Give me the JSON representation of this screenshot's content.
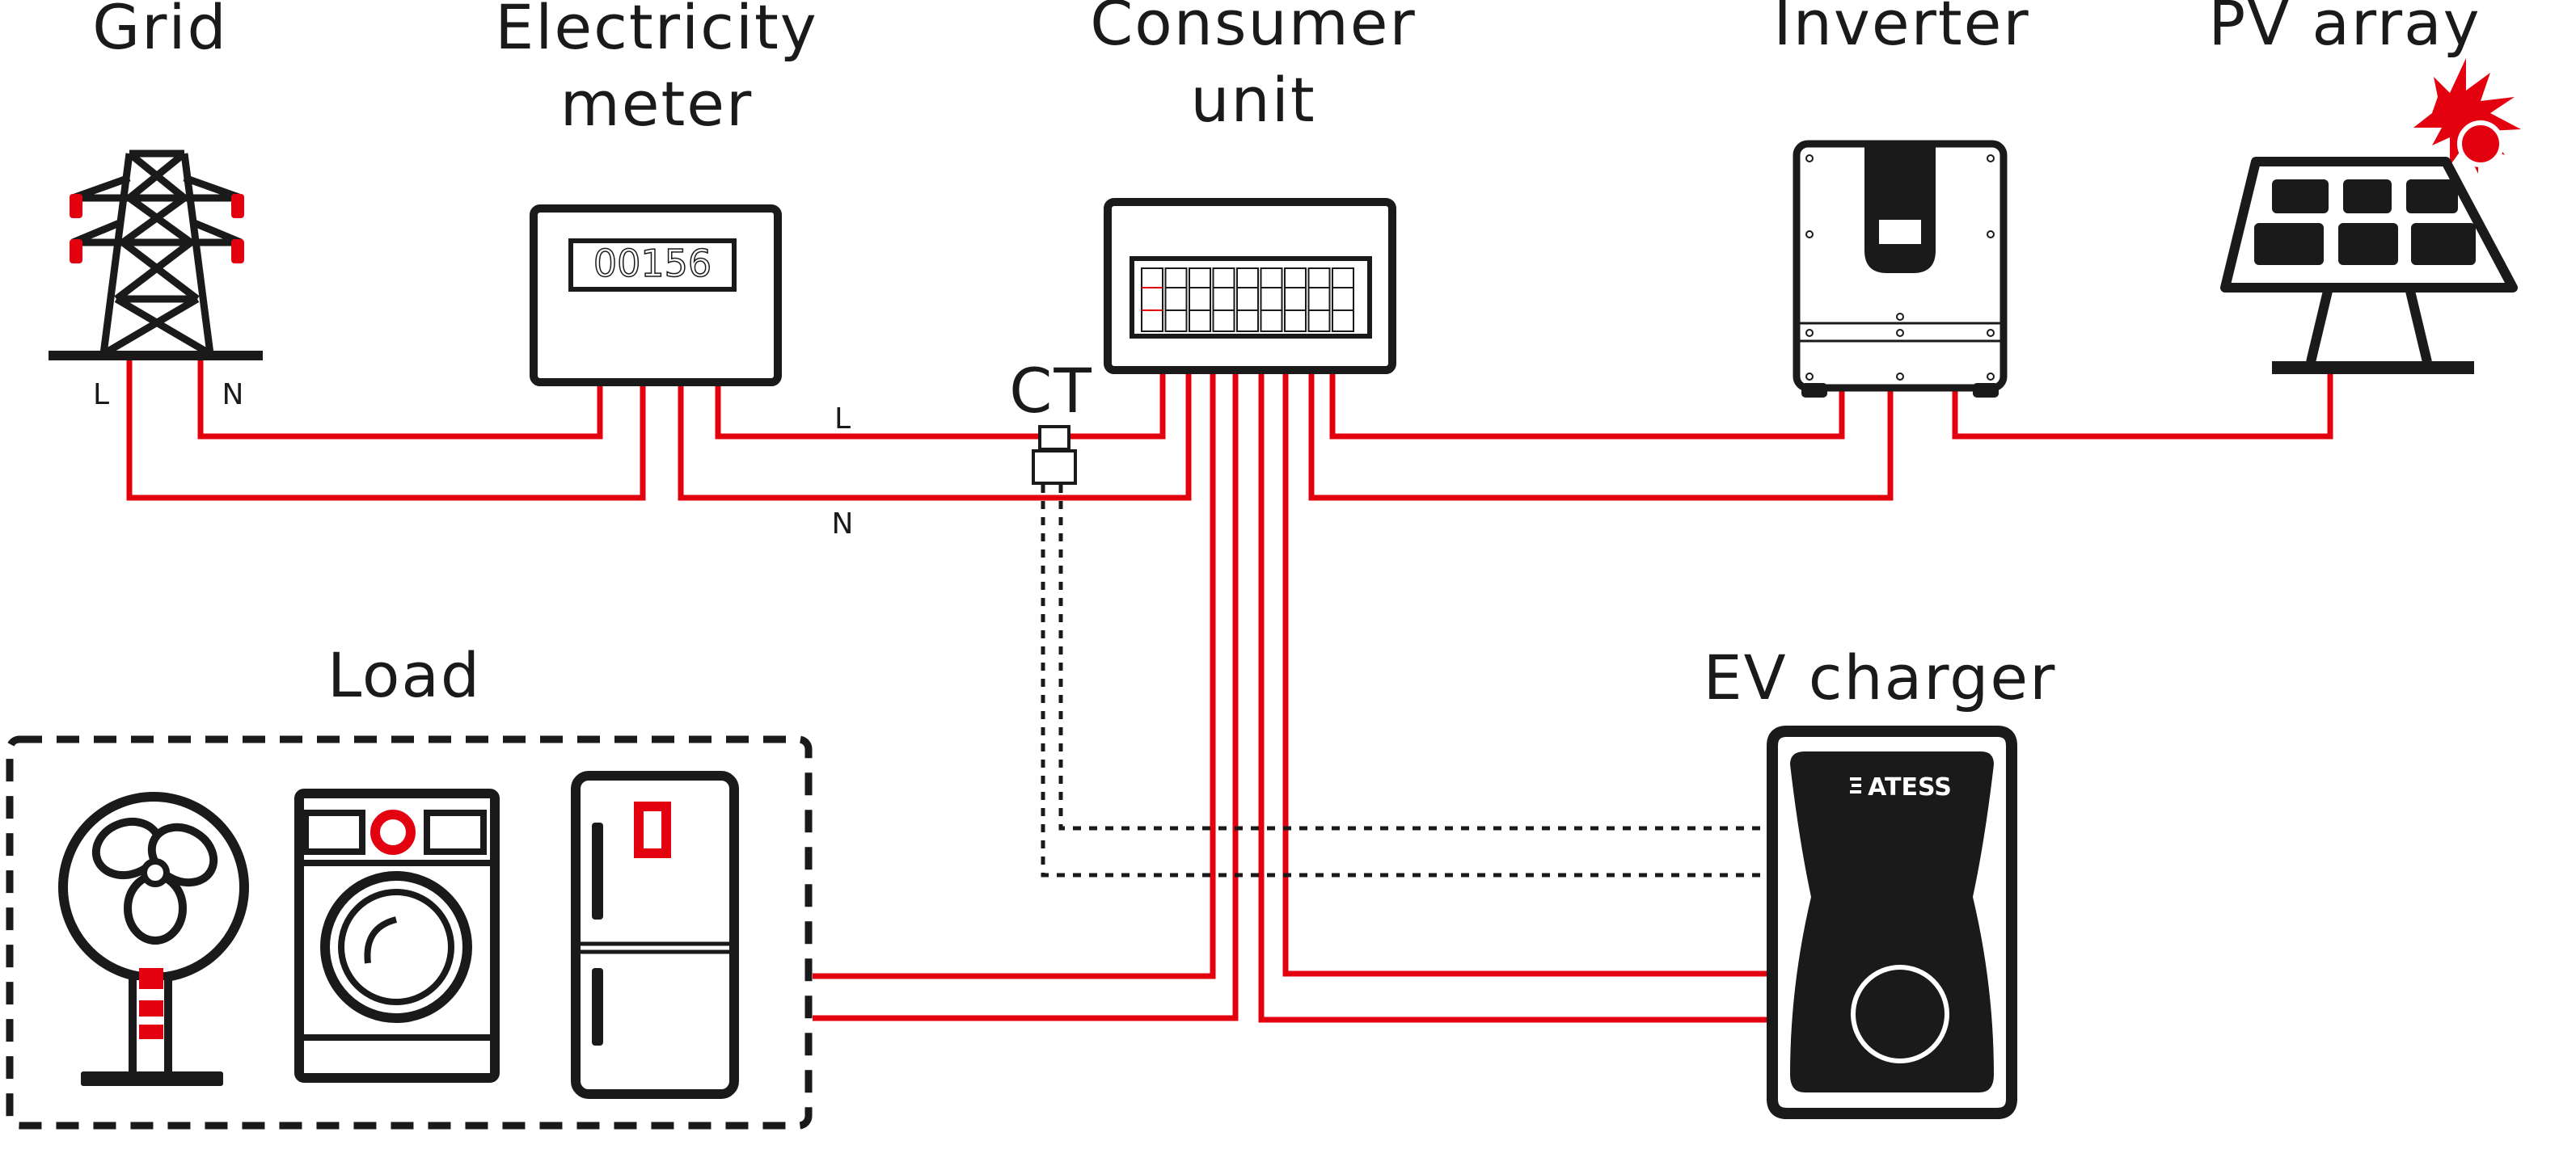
{
  "labels": {
    "grid": "Grid",
    "meter_line1": "Electricity",
    "meter_line2": "meter",
    "consumer_line1": "Consumer",
    "consumer_line2": "unit",
    "inverter": "Inverter",
    "pv": "PV array",
    "load": "Load",
    "ev": "EV  charger",
    "ct": "CT"
  },
  "wires": {
    "L": "L",
    "N": "N"
  },
  "meter": {
    "reading": "00156"
  },
  "ev_brand": "ATESS",
  "colors": {
    "wire": "#e3000f",
    "line": "#1a1a1a"
  }
}
